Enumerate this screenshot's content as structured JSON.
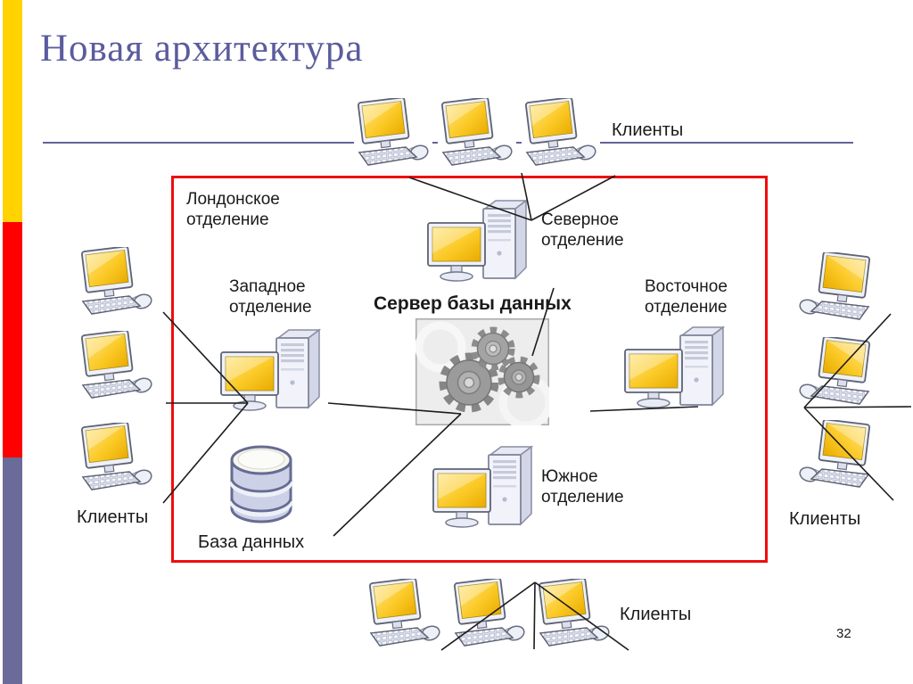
{
  "slide": {
    "title": "Новая архитектура",
    "page_number": "32"
  },
  "colors": {
    "title_text": "#5b5b9e",
    "accent_yellow": "#ffd200",
    "accent_red": "#ff0000",
    "accent_slate": "#6b6b99",
    "separator_line": "#63639a",
    "boundary_box_border": "#ee0d0d",
    "connector_line": "#1c1c1c",
    "label_text": "#1a1a1a",
    "monitor_screen_yellow": "#fbc926"
  },
  "diagram": {
    "boundary": {
      "label": "Лондонское отделение"
    },
    "nodes": {
      "north_branch": {
        "label": "Северное отделение"
      },
      "west_branch": {
        "label": "Западное отделение"
      },
      "east_branch": {
        "label": "Восточное отделение"
      },
      "south_branch": {
        "label": "Южное отделение"
      },
      "db_server": {
        "label": "Сервер базы данных"
      },
      "database": {
        "label": "База данных"
      }
    },
    "client_groups": {
      "top": {
        "label": "Клиенты",
        "count": 3
      },
      "left": {
        "label": "Клиенты",
        "count": 3
      },
      "right": {
        "label": "Клиенты",
        "count": 3
      },
      "bottom": {
        "label": "Клиенты",
        "count": 3
      }
    }
  }
}
